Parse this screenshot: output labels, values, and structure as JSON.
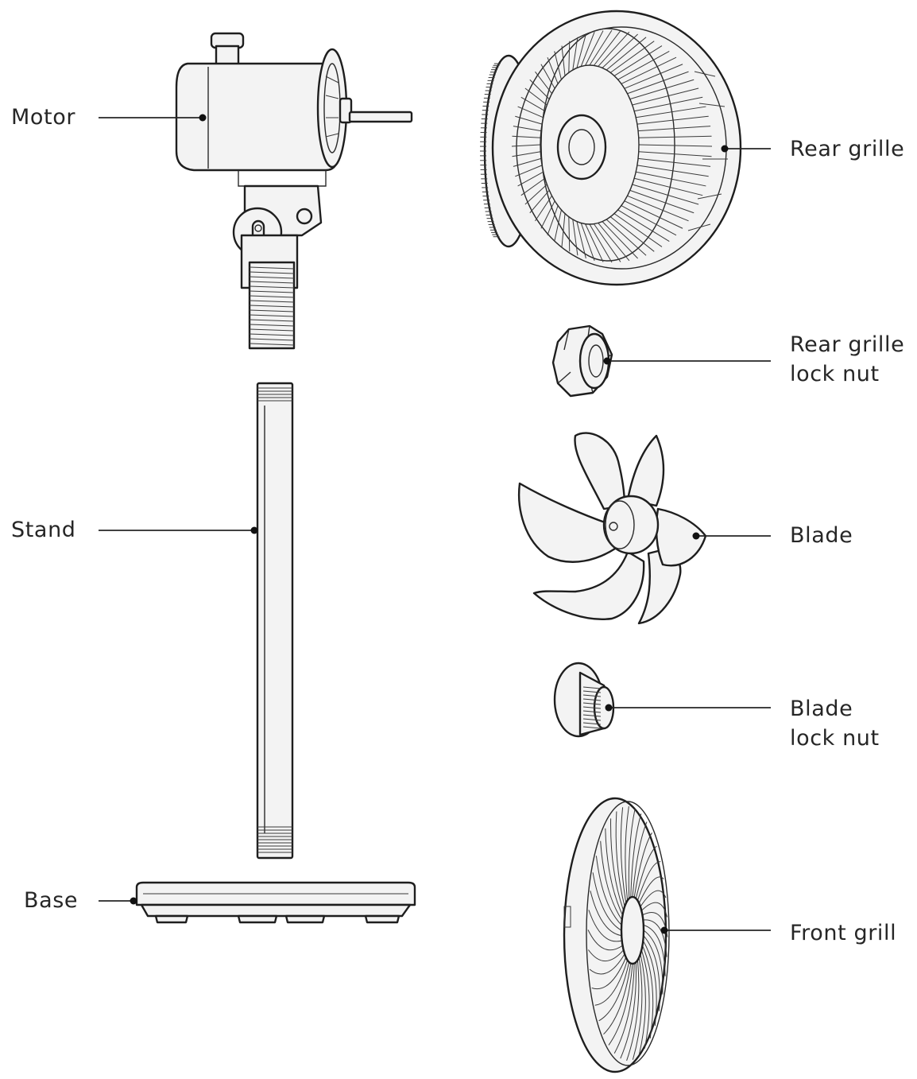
{
  "parts": {
    "motor": {
      "lines": [
        "Motor"
      ]
    },
    "stand": {
      "lines": [
        "Stand"
      ]
    },
    "base": {
      "lines": [
        "Base"
      ]
    },
    "rear_grille": {
      "lines": [
        "Rear grille"
      ]
    },
    "rear_grille_lock_nut": {
      "lines": [
        "Rear grille",
        "lock nut"
      ]
    },
    "blade": {
      "lines": [
        "Blade"
      ]
    },
    "blade_lock_nut": {
      "lines": [
        "Blade",
        "lock nut"
      ]
    },
    "front_grill": {
      "lines": [
        "Front grill"
      ]
    }
  }
}
